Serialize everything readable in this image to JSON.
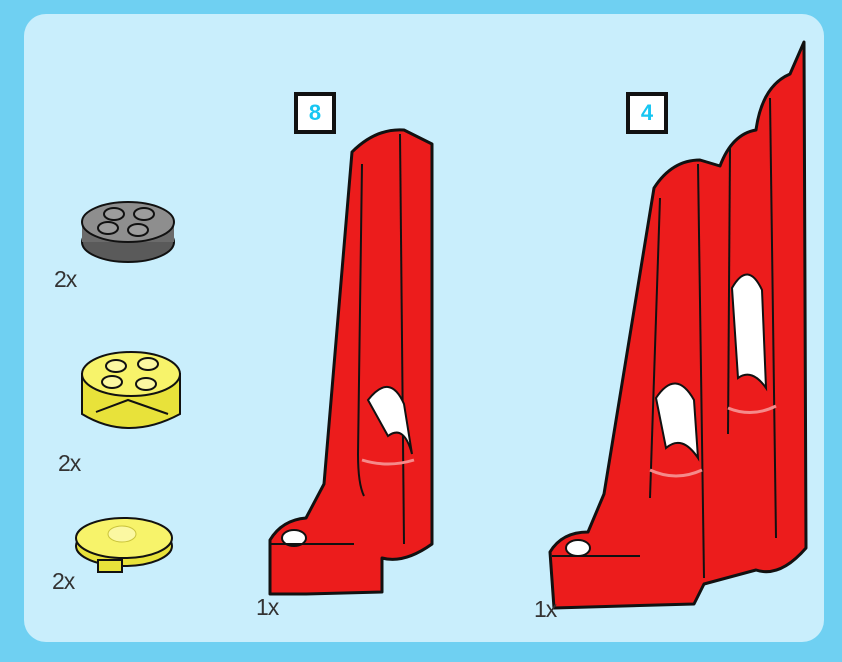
{
  "parts": {
    "grey_round_plate": {
      "qty": "2x",
      "color": "#8a8a8a"
    },
    "yellow_round_brick": {
      "qty": "2x",
      "color": "#f7f36a"
    },
    "yellow_round_tile": {
      "qty": "2x",
      "color": "#f7f36a"
    },
    "red_slope_small": {
      "qty": "1x",
      "count": "8",
      "color": "#ec1c1c"
    },
    "red_slope_large": {
      "qty": "1x",
      "count": "4",
      "color": "#ec1c1c"
    }
  },
  "colors": {
    "background": "#6fd0f2",
    "panel": "#c9eefc",
    "count_text": "#17c6f2"
  }
}
